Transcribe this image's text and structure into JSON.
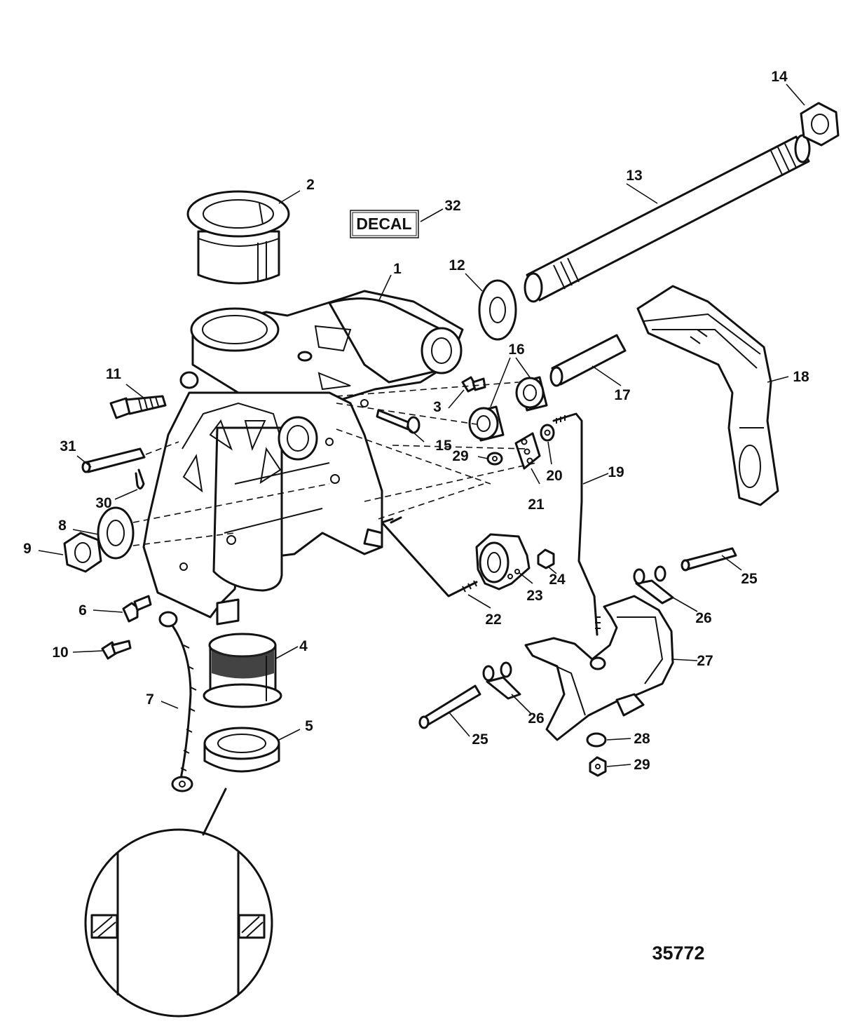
{
  "figure_number": "35772",
  "decal_text": "DECAL",
  "callouts": {
    "c1": "1",
    "c2": "2",
    "c3": "3",
    "c4": "4",
    "c5": "5",
    "c6": "6",
    "c7": "7",
    "c8": "8",
    "c9": "9",
    "c10": "10",
    "c11": "11",
    "c12": "12",
    "c13": "13",
    "c14": "14",
    "c15": "15",
    "c16": "16",
    "c17": "17",
    "c18": "18",
    "c19": "19",
    "c20": "20",
    "c21": "21",
    "c22": "22",
    "c23": "23",
    "c24": "24",
    "c25a": "25",
    "c25b": "25",
    "c26a": "26",
    "c26b": "26",
    "c27": "27",
    "c28": "28",
    "c29a": "29",
    "c29b": "29",
    "c30": "30",
    "c31": "31",
    "c32": "32"
  }
}
